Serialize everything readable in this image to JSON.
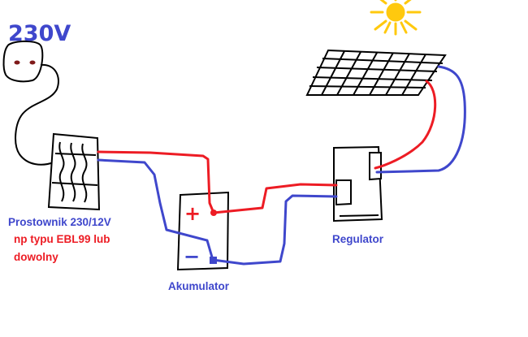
{
  "mains": {
    "voltage_label": "230V"
  },
  "rectifier": {
    "name_label": "Prostownik 230/12V",
    "type_line1": "np typu EBL99 lub",
    "type_line2": "dowolny"
  },
  "battery": {
    "name_label": "Akumulator",
    "plus_sign": "+",
    "minus_sign": "−"
  },
  "regulator": {
    "name_label": "Regulator"
  },
  "colors": {
    "positive_wire": "#ed1c24",
    "negative_wire": "#3f47cc",
    "mains_wire": "#000000",
    "sun": "#ffc90e"
  }
}
